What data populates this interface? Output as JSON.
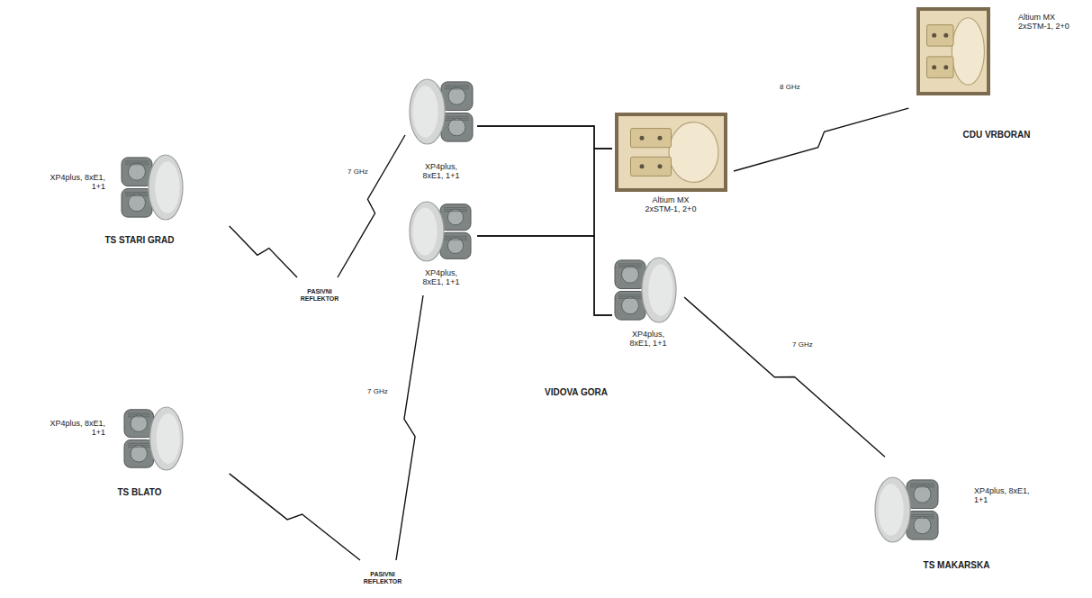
{
  "diagram": {
    "nodes": [
      {
        "text": [
          "XP4plus, 8xE1, 1+1",
          "TS STARI GRAD"
        ]
      },
      {
        "text": [
          "PASIVNI REFLEKTOR"
        ]
      },
      {
        "text": [
          "VIDOVA GORA"
        ]
      },
      {
        "text": [
          "XP4plus, 8xE1, 1+1"
        ],
        "in": 2
      },
      {
        "text": [
          "Altium MX 2xSTM-1, 2+0"
        ],
        "in": 2
      },
      {
        "text": [
          "XP4plus, 8xE1, 1+1"
        ],
        "in": 2
      },
      {
        "text": [
          "XP4plus, 8xE1, 1+1"
        ],
        "in": 2
      },
      {
        "text": [
          "Altium MX 2xSTM-1, 2+0",
          "CDU VRBORAN"
        ]
      },
      {
        "text": [
          "XP4plus, 8xE1, 1+1",
          "TS BLATO"
        ]
      },
      {
        "text": [
          "PASIVNI REFLEKTOR"
        ]
      },
      {
        "text": [
          "XP4plus, 8xE1, 1+1",
          "TS MAKARSKA"
        ]
      }
    ],
    "edges": [
      {
        "from": 0,
        "to": 1,
        "arrow": "none"
      },
      {
        "from": 1,
        "to": 3,
        "label": "7 GHz",
        "arrow": "none"
      },
      {
        "from": 8,
        "to": 9,
        "arrow": "none"
      },
      {
        "from": 9,
        "to": 5,
        "label": "7 GHz",
        "arrow": "none"
      },
      {
        "from": 6,
        "to": 10,
        "label": "7 GHz",
        "arrow": "none"
      },
      {
        "from": 4,
        "to": 7,
        "label": "8 GHz",
        "arrow": "none"
      },
      {
        "from": 3,
        "to": 4,
        "arrow": "none"
      },
      {
        "from": 3,
        "to": 6,
        "arrow": "none"
      },
      {
        "from": 5,
        "to": 4,
        "arrow": "none"
      },
      {
        "from": 5,
        "to": 6,
        "arrow": "none"
      }
    ]
  }
}
